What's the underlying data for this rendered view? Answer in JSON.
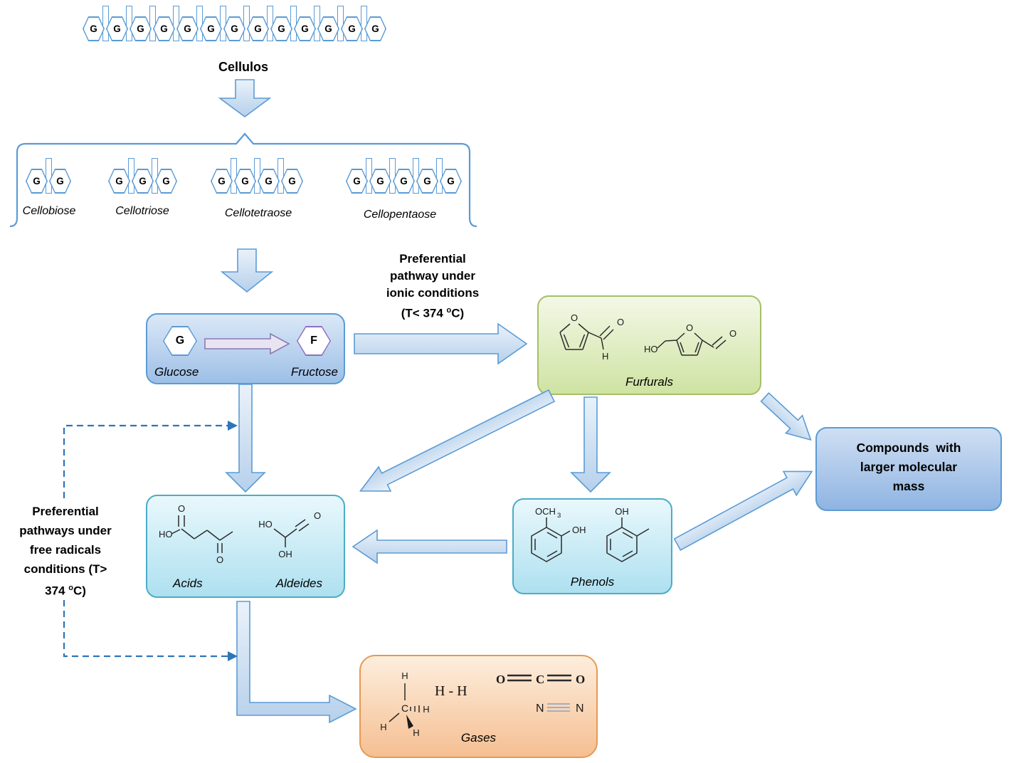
{
  "colors": {
    "hexagon_border": "#5b9bd5",
    "fructose_border": "#8f6fc0",
    "arrow_fill": "#cfe0f1",
    "arrow_border": "#5b9bd5",
    "dashed_line": "#2e75b6",
    "furfurals_box_border": "#a6bf6b",
    "cyan_box_border": "#4bacc6",
    "blue_box_border": "#5b9bd5",
    "orange_box_border": "#e79954"
  },
  "cellulose": {
    "label": "Cellulos",
    "units": [
      "G",
      "G",
      "G",
      "G",
      "G",
      "G",
      "G",
      "G",
      "G",
      "G",
      "G",
      "G",
      "G"
    ]
  },
  "oligomers": [
    {
      "label": "Cellobiose",
      "units": [
        "G",
        "G"
      ]
    },
    {
      "label": "Cellotriose",
      "units": [
        "G",
        "G",
        "G"
      ]
    },
    {
      "label": "Cellotetraose",
      "units": [
        "G",
        "G",
        "G",
        "G"
      ]
    },
    {
      "label": "Cellopentaose",
      "units": [
        "G",
        "G",
        "G",
        "G",
        "G"
      ]
    }
  ],
  "glucose_box": {
    "g": "G",
    "f": "F",
    "glucose_label": "Glucose",
    "fructose_label": "Fructose"
  },
  "notes": {
    "ionic": {
      "l1": "Preferential",
      "l2": "pathway under",
      "l3": "ionic conditions",
      "l4a": "(T< 374 ",
      "l4sup": "o",
      "l4b": "C)"
    },
    "radical": {
      "l1": "Preferential",
      "l2": "pathways under",
      "l3": "free radicals",
      "l4": "conditions (T>",
      "l5a": "374 ",
      "l5sup": "o",
      "l5b": "C)"
    }
  },
  "furfurals": {
    "label": "Furfurals"
  },
  "acids": {
    "acids_label": "Acids",
    "aldeides_label": "Aldeides"
  },
  "phenols": {
    "label": "Phenols"
  },
  "compounds": {
    "l1": "Compounds  with",
    "l2": "larger molecular",
    "l3": "mass"
  },
  "gases": {
    "label": "Gases"
  },
  "chem": {
    "furfural": {
      "ring_o": "O",
      "carbonyl_o": "O",
      "h": "H"
    },
    "hmf": {
      "ho": "HO",
      "ring_o": "O",
      "carbonyl_o": "O"
    },
    "levulinic": {
      "ho": "HO",
      "o_top": "O",
      "o_bottom": "O"
    },
    "glyceraldehyde": {
      "ho": "HO",
      "oh": "OH",
      "o": "O"
    },
    "guaiacol": {
      "och": "OCH",
      "sub3": "3",
      "oh": "OH"
    },
    "cresol": {
      "oh": "OH"
    },
    "methane": {
      "c": "C",
      "h1": "H",
      "h2": "H",
      "h3": "H",
      "h4": "H"
    },
    "h2": "H - H",
    "co2": {
      "o1": "O",
      "c": "C",
      "o2": "O"
    },
    "n2": {
      "n1": "N",
      "n2": "N"
    }
  }
}
